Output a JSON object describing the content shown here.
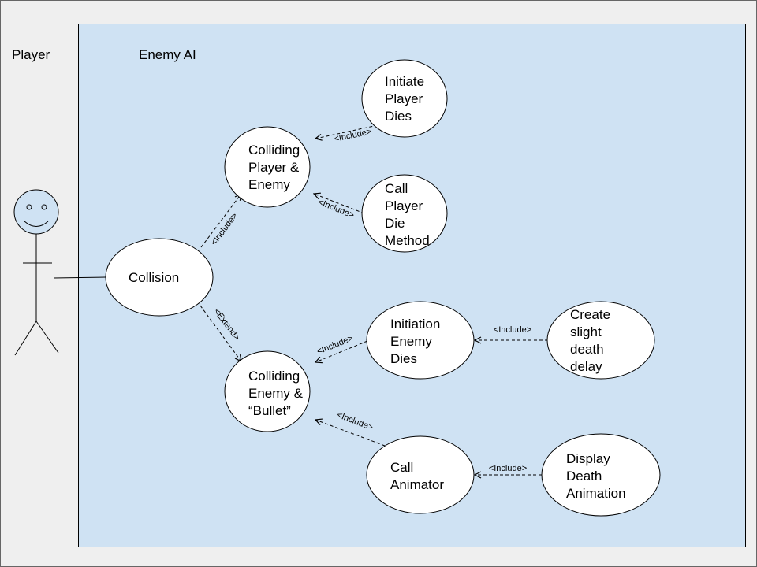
{
  "actor": {
    "label": "Player"
  },
  "system": {
    "label": "Enemy AI"
  },
  "use_cases": {
    "collision": [
      "Collision"
    ],
    "colliding_player_enemy": [
      "Colliding",
      "Player &",
      "Enemy"
    ],
    "initiate_player_dies": [
      "Initiate",
      "Player",
      "Dies"
    ],
    "call_player_die_method": [
      "Call",
      "Player",
      "Die",
      "Method"
    ],
    "colliding_enemy_bullet": [
      "Colliding",
      "Enemy &",
      "“Bullet”"
    ],
    "initiation_enemy_dies": [
      "Initiation",
      "Enemy",
      "Dies"
    ],
    "create_slight_death_delay": [
      "Create",
      "slight",
      "death",
      "delay"
    ],
    "call_animator": [
      "Call",
      "Animator"
    ],
    "display_death_animation": [
      "Display",
      "Death",
      "Animation"
    ]
  },
  "relationships": {
    "include": "<Include>",
    "extend": "<Extend>"
  },
  "colors": {
    "system_fill": "#cfe2f3",
    "actor_fill": "#cfe2f3",
    "outline": "#000000"
  }
}
